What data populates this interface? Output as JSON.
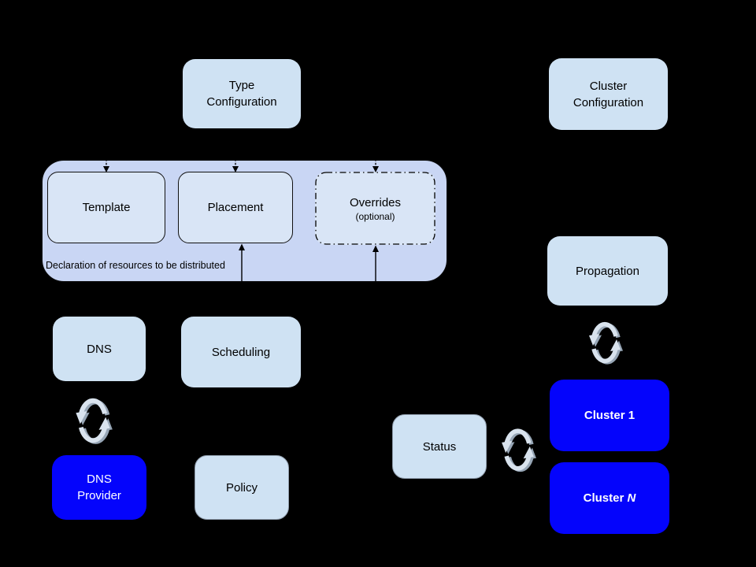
{
  "diagram": {
    "title_hint": "federation resource distribution diagram",
    "background": "#000000"
  },
  "colors": {
    "container_fill": "#c9d6f4",
    "light_box_fill": "#cfe2f3",
    "inner_box_fill": "#d9e5f6",
    "blue_box_fill": "#0404fc",
    "text_dark": "#000000",
    "text_light": "#ffffff",
    "sync_icon_light": "#d9e3ee",
    "sync_icon_shadow": "#97a6b6",
    "line_color": "#000000"
  },
  "nodes": {
    "type_configuration": {
      "line1": "Type",
      "line2": "Configuration"
    },
    "cluster_configuration": {
      "line1": "Cluster",
      "line2": "Configuration"
    },
    "template": {
      "label": "Template"
    },
    "placement": {
      "label": "Placement"
    },
    "overrides": {
      "label": "Overrides",
      "sublabel": "(optional)"
    },
    "dns": {
      "label": "DNS"
    },
    "scheduling": {
      "label": "Scheduling"
    },
    "dns_provider": {
      "line1": "DNS",
      "line2": "Provider"
    },
    "policy": {
      "label": "Policy"
    },
    "propagation": {
      "label": "Propagation"
    },
    "status": {
      "label": "Status"
    },
    "cluster_1": {
      "label": "Cluster 1"
    },
    "cluster_n": {
      "label": "Cluster",
      "suffix": "N"
    }
  },
  "group": {
    "caption": "Declaration of resources to be distributed"
  },
  "icons": {
    "dns_to_provider": "sync-arrows-icon",
    "propagation_to_cluster1": "sync-arrows-icon",
    "status_to_cluster1": "sync-arrows-icon"
  }
}
